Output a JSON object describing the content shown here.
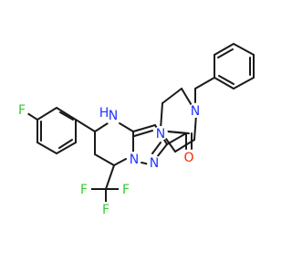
{
  "molecule": {
    "atoms": {
      "F_aryl": {
        "label": "F",
        "color": "#33cc33"
      },
      "N_amine": {
        "label": "N",
        "color": "#2233ff"
      },
      "H_amine": {
        "label": "H",
        "color": "#2233ff"
      },
      "N_ring1": {
        "label": "N",
        "color": "#2233ff"
      },
      "N_ring2": {
        "label": "N",
        "color": "#2233ff"
      },
      "O_carbonyl": {
        "label": "O",
        "color": "#ff2200"
      },
      "N_pip1": {
        "label": "N",
        "color": "#2233ff"
      },
      "N_pip2": {
        "label": "N",
        "color": "#2233ff"
      },
      "F_cf3a": {
        "label": "F",
        "color": "#33cc33"
      },
      "F_cf3b": {
        "label": "F",
        "color": "#33cc33"
      },
      "F_cf3c": {
        "label": "F",
        "color": "#33cc33"
      }
    },
    "bond_color": "#1a1a1a"
  }
}
